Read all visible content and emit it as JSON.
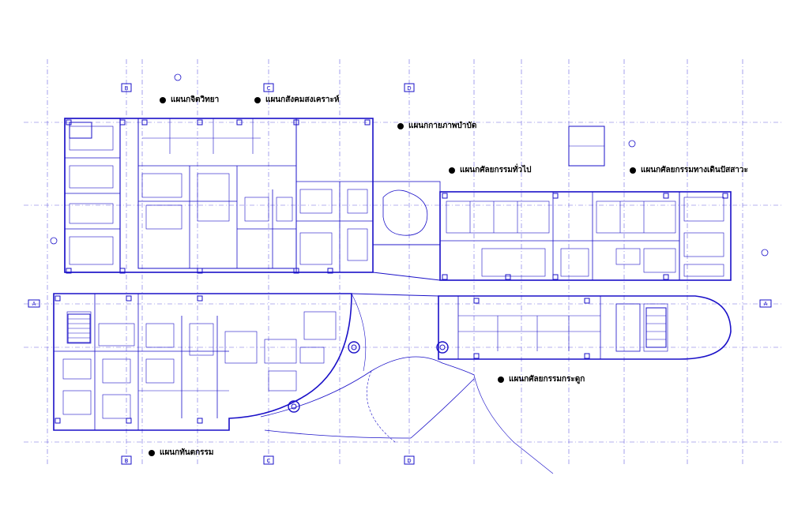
{
  "colors": {
    "line": "#1a10c8",
    "grid": "#6b63e0",
    "label": "#000000",
    "background": "#ffffff"
  },
  "departments": [
    {
      "id": "psychiatry",
      "text": "แผนกจิตวิทยา"
    },
    {
      "id": "social-work",
      "text": "แผนกสังคมสงเคราะห์"
    },
    {
      "id": "physical-therapy",
      "text": "แผนกกายภาพบำบัด"
    },
    {
      "id": "general-surgery",
      "text": "แผนกศัลยกรรมทั่วไป"
    },
    {
      "id": "urology",
      "text": "แผนกศัลยกรรมทางเดินปัสสาวะ"
    },
    {
      "id": "orthopedics",
      "text": "แผนกศัลยกรรมกระดูก"
    },
    {
      "id": "dentistry",
      "text": "แผนกทันตกรรม"
    }
  ],
  "grid_axes": {
    "top": [
      "B",
      "C",
      "D"
    ],
    "bottom": [
      "B",
      "C",
      "D"
    ],
    "side": [
      "A",
      "A"
    ]
  }
}
